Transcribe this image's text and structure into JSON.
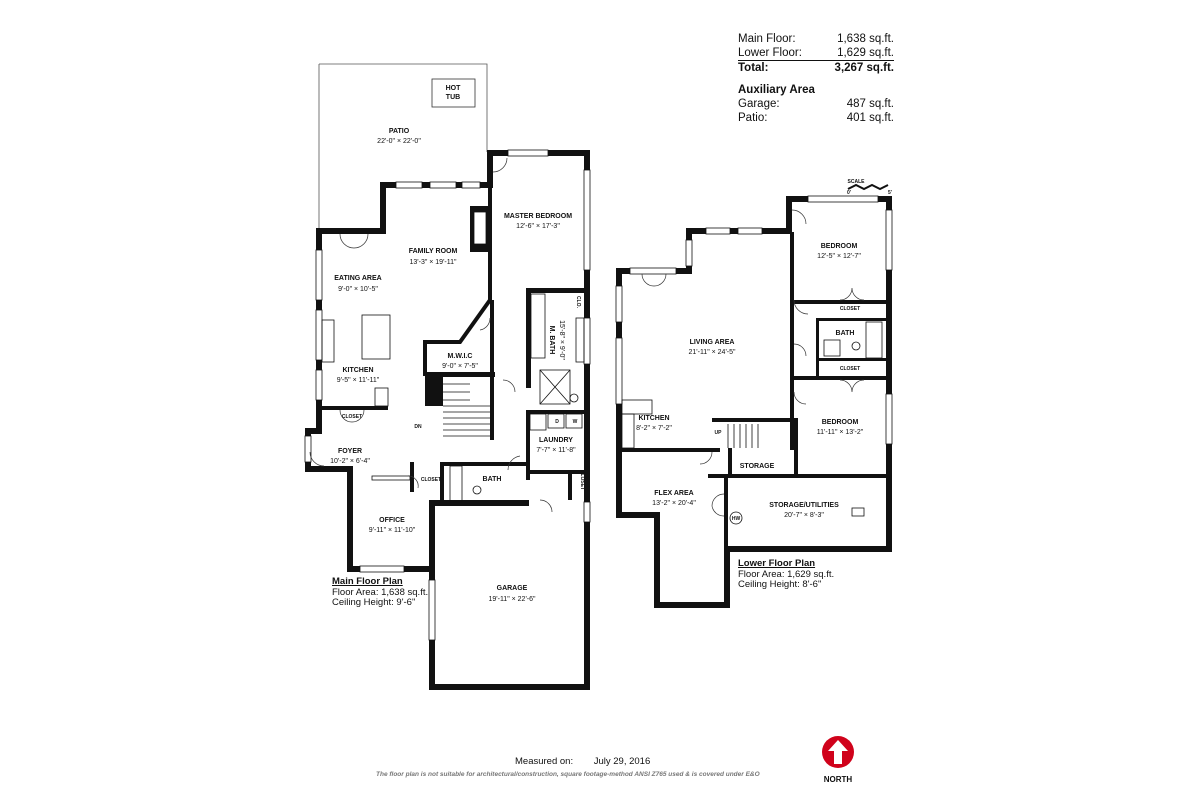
{
  "summary": {
    "main_floor_label": "Main Floor:",
    "main_floor_value": "1,638 sq.ft.",
    "lower_floor_label": "Lower Floor:",
    "lower_floor_value": "1,629 sq.ft.",
    "total_label": "Total:",
    "total_value": "3,267 sq.ft.",
    "aux_title": "Auxiliary Area",
    "garage_label": "Garage:",
    "garage_value": "487 sq.ft.",
    "patio_label": "Patio:",
    "patio_value": "401 sq.ft."
  },
  "scale": {
    "label": "SCALE",
    "min": "0'",
    "max": "5'"
  },
  "main_floor": {
    "title": "Main Floor Plan",
    "area": "Floor Area: 1,638 sq.ft.",
    "ceiling": "Ceiling Height: 9'-6\""
  },
  "lower_floor": {
    "title": "Lower Floor Plan",
    "area": "Floor Area: 1,629 sq.ft.",
    "ceiling": "Ceiling Height: 8'-6\""
  },
  "rooms": {
    "hot_tub_1": "HOT",
    "hot_tub_2": "TUB",
    "patio": "PATIO",
    "patio_dim": "22'-0\" × 22'-0\"",
    "master_bedroom": "MASTER BEDROOM",
    "master_bedroom_dim": "12'-6\" × 17'-3\"",
    "family_room": "FAMILY ROOM",
    "family_room_dim": "13'-3\" × 19'-11\"",
    "eating_area": "EATING AREA",
    "eating_area_dim": "9'-0\" × 10'-5\"",
    "clo": "CLO.",
    "m_bath": "M. BATH",
    "m_bath_dim": "15'-8\" × 9'-0\"",
    "mwic": "M.W.I.C",
    "mwic_dim": "9'-0\" × 7'-5\"",
    "kitchen": "KITCHEN",
    "kitchen_dim": "9'-5\" × 11'-11\"",
    "closet_kitchen": "CLOSET",
    "dn": "DN",
    "dryer": "D",
    "washer": "W",
    "laundry": "LAUNDRY",
    "laundry_dim": "7'-7\" × 11'-8\"",
    "foyer": "FOYER",
    "foyer_dim": "10'-2\" × 6'-4\"",
    "closet_foyer": "CLOSET",
    "bath_main": "BATH",
    "closet_laundry": "CLOSET",
    "office": "OFFICE",
    "office_dim": "9'-11\" × 11'-10\"",
    "garage": "GARAGE",
    "garage_dim": "19'-11\" × 22'-6\"",
    "bedroom_1": "BEDROOM",
    "bedroom_1_dim": "12'-5\" × 12'-7\"",
    "closet_b1": "CLOSET",
    "bath_lower": "BATH",
    "closet_b2": "CLOSET",
    "living_area": "LIVING AREA",
    "living_area_dim": "21'-11\" × 24'-5\"",
    "kitchen_lower": "KITCHEN",
    "kitchen_lower_dim": "8'-2\" × 7'-2\"",
    "up": "UP",
    "bedroom_2": "BEDROOM",
    "bedroom_2_dim": "11'-11\" × 13'-2\"",
    "storage": "STORAGE",
    "flex_area": "FLEX AREA",
    "flex_area_dim": "13'-2\" × 20'-4\"",
    "storage_utilities": "STORAGE/UTILITIES",
    "storage_utilities_dim": "20'-7\" × 8'-3\"",
    "hw": "HW"
  },
  "footer": {
    "measured_label": "Measured on:",
    "measured_date": "July 29, 2016",
    "disclaimer": "The floor plan is not suitable for architectural/construction, square footage-method ANSI Z765 used & is covered under E&O"
  },
  "north": {
    "label": "NORTH",
    "color": "#d0021b"
  }
}
